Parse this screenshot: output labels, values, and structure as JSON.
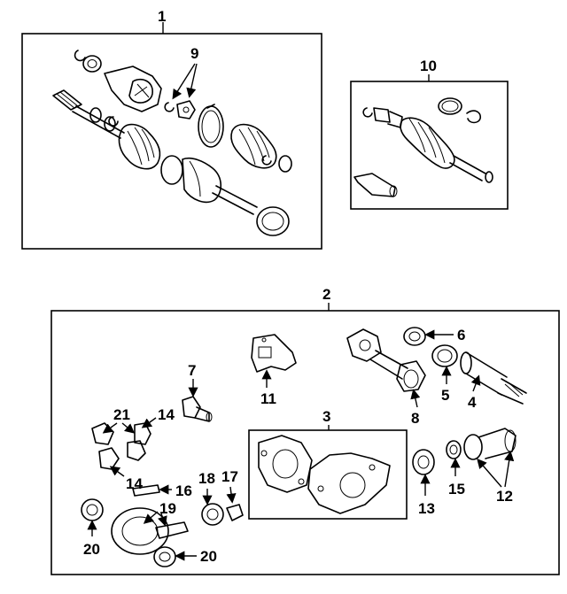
{
  "labels": {
    "l1": "1",
    "l2": "2",
    "l3": "3",
    "l4": "4",
    "l5": "5",
    "l6": "6",
    "l7": "7",
    "l8": "8",
    "l9": "9",
    "l10": "10",
    "l11": "11",
    "l12": "12",
    "l13": "13",
    "l14a": "14",
    "l14b": "14",
    "l15": "15",
    "l16": "16",
    "l17": "17",
    "l18": "18",
    "l19": "19",
    "l20a": "20",
    "l20b": "20",
    "l21": "21"
  }
}
